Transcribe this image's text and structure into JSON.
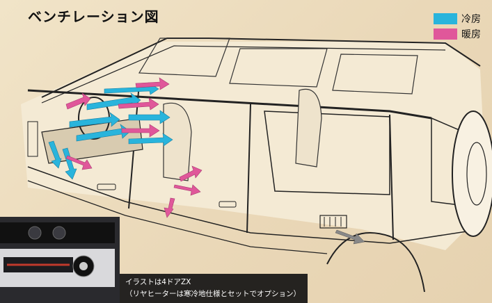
{
  "title": "ベンチレーション図",
  "legend": [
    {
      "label": "冷房",
      "color": "#29b4dc"
    },
    {
      "label": "暖房",
      "color": "#e0579a"
    }
  ],
  "caption": {
    "line1": "イラストは4ドアZX",
    "line2": "（リヤヒーターは寒冷地仕様とセットでオプション）"
  },
  "colors": {
    "cool": "#29b4dc",
    "warm": "#e0579a",
    "background": "#ecdcbf"
  }
}
